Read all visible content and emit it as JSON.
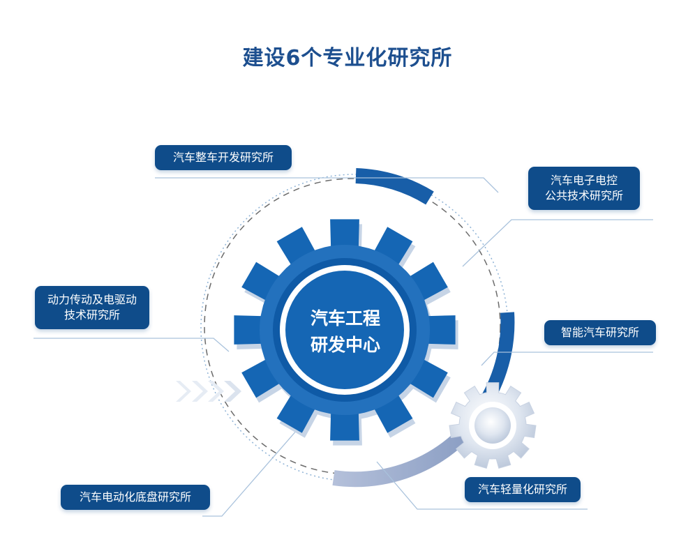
{
  "title": "建设6个专业化研究所",
  "center": {
    "line1": "汽车工程",
    "line2": "研发中心"
  },
  "institutes": [
    {
      "line1": "汽车整车开发研究所",
      "line2": ""
    },
    {
      "line1": "汽车电子电控",
      "line2": "公共技术研究所"
    },
    {
      "line1": "动力传动及电驱动",
      "line2": "技术研究所"
    },
    {
      "line1": "智能汽车研究所",
      "line2": ""
    },
    {
      "line1": "汽车电动化底盘研究所",
      "line2": ""
    },
    {
      "line1": "汽车轻量化研究所",
      "line2": ""
    }
  ],
  "colors": {
    "primary": "#0f4c8a",
    "gear": "#1566b4",
    "gear_shadow": "#c3d3e6",
    "arc_dark": "#185ea8",
    "arc_light": "#aab8d4",
    "line": "#a9c2dc"
  },
  "icons": [
    "large-gear-icon",
    "small-gear-icon",
    "arrow-chevrons-icon"
  ]
}
